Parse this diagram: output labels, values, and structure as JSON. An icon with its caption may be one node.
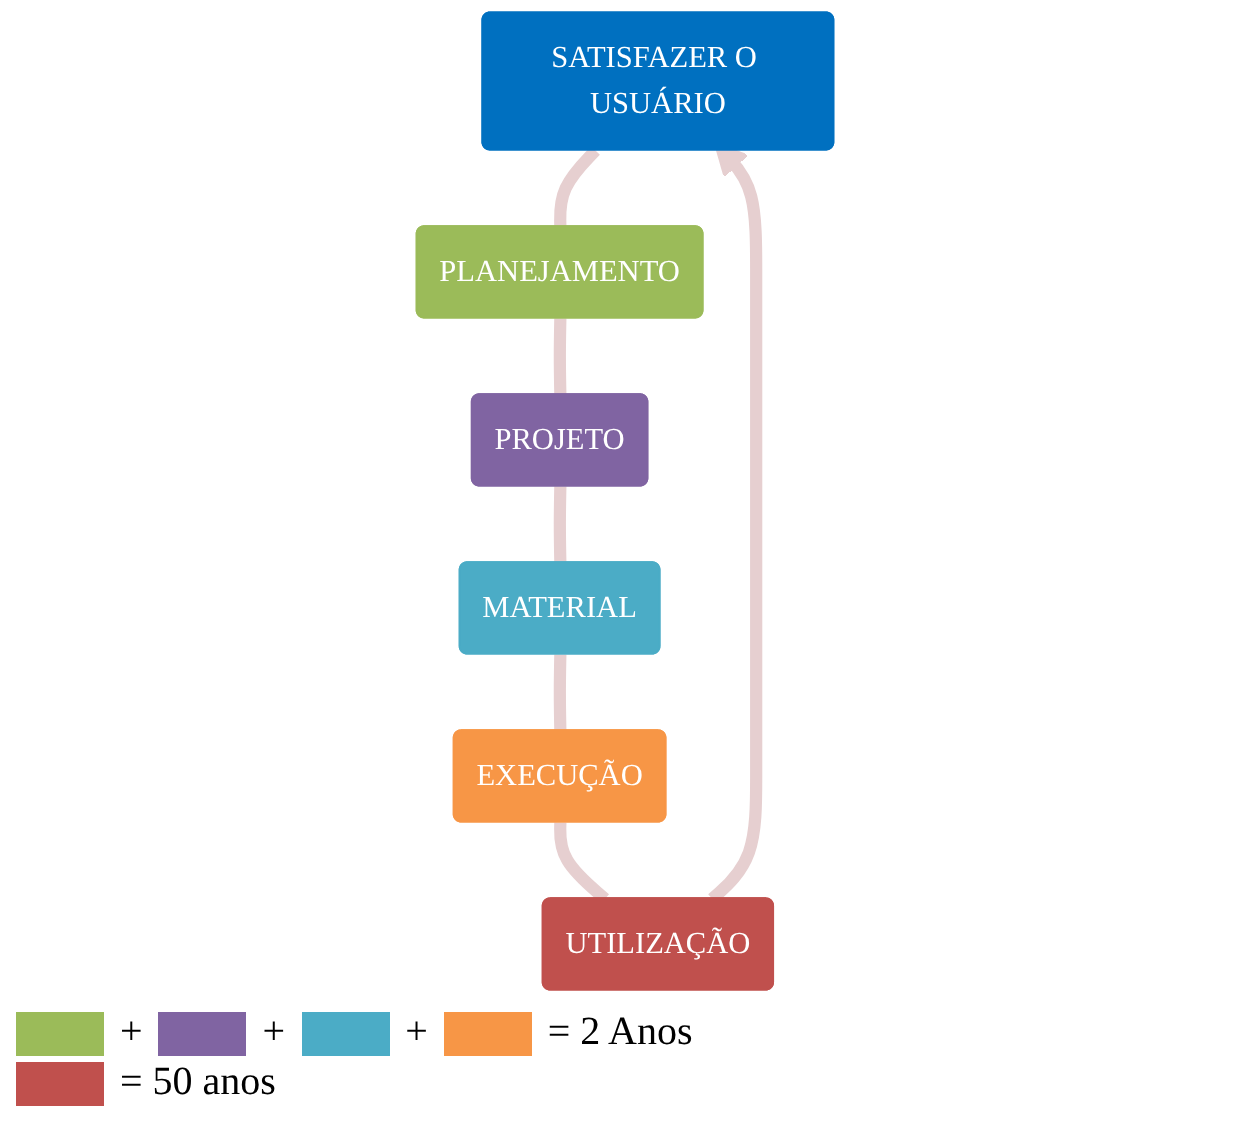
{
  "diagram": {
    "nodes": [
      {
        "text": [
          "SATISFAZER O USUÁRIO"
        ]
      },
      {
        "text": [
          "PLANEJAMENTO"
        ]
      },
      {
        "text": [
          "PROJETO"
        ]
      },
      {
        "text": [
          "MATERIAL"
        ]
      },
      {
        "text": [
          "EXECUÇÃO"
        ]
      },
      {
        "text": [
          "UTILIZAÇÃO"
        ]
      }
    ],
    "edges": [
      {
        "from": 0,
        "to": 1,
        "arrow": "none"
      },
      {
        "from": 1,
        "to": 2,
        "arrow": "none"
      },
      {
        "from": 2,
        "to": 3,
        "arrow": "none"
      },
      {
        "from": 3,
        "to": 4,
        "arrow": "none"
      },
      {
        "from": 4,
        "to": 5,
        "arrow": "none"
      },
      {
        "from": 5,
        "to": 0,
        "arrow": "to"
      }
    ],
    "legend": [
      {
        "text": "+",
        "color": "#9bbb59"
      },
      {
        "text": "+",
        "color": "#8064a2"
      },
      {
        "text": "+",
        "color": "#4bacc6"
      },
      {
        "text": "= 2 Anos",
        "color": "#f79646"
      },
      {
        "text": "= 50 anos",
        "color": "#c0504d"
      }
    ]
  }
}
